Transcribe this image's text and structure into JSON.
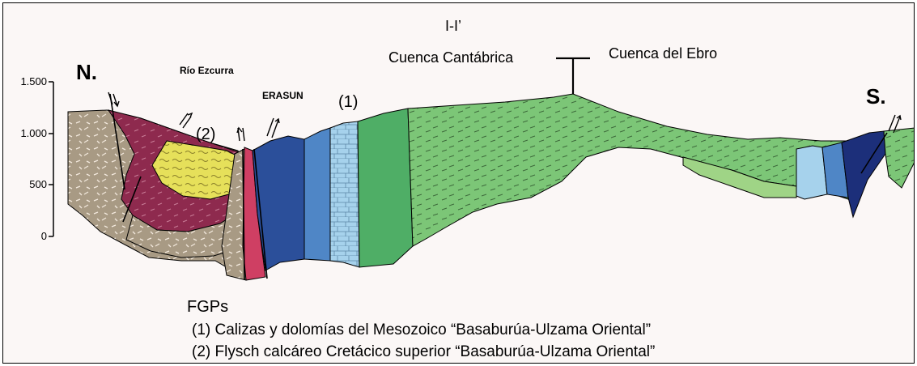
{
  "section": {
    "title": "I-I’",
    "basin_left": "Cuenca Cantábrica",
    "basin_right": "Cuenca del Ebro"
  },
  "orientation": {
    "north": "N.",
    "south": "S."
  },
  "places": {
    "river": "Río Ezcurra",
    "village": "ERASUN"
  },
  "unit_markers": {
    "one": "(1)",
    "two": "(2)"
  },
  "elevation_axis": {
    "ticks": [
      "1.500",
      "1.000",
      "500",
      "0"
    ]
  },
  "legend": {
    "heading": "FGPs",
    "item_1": "(1) Calizas y dolomías del Mesozoico “Basaburúa-Ulzama Oriental”",
    "item_2": "(2) Flysch calcáreo Cretácico superior “Basaburúa-Ulzama Oriental”"
  },
  "colors": {
    "paleozoic_tan": "#a89a84",
    "maroon": "#8e2a4e",
    "yellow": "#e6e05a",
    "pink_red": "#cf3f63",
    "dark_blue": "#2b4f9a",
    "mid_blue": "#4f86c6",
    "light_blue": "#a6d2ec",
    "green_dark": "#4fae66",
    "green": "#7cc677",
    "green_light": "#9fd486",
    "navy": "#1c2f7a"
  }
}
